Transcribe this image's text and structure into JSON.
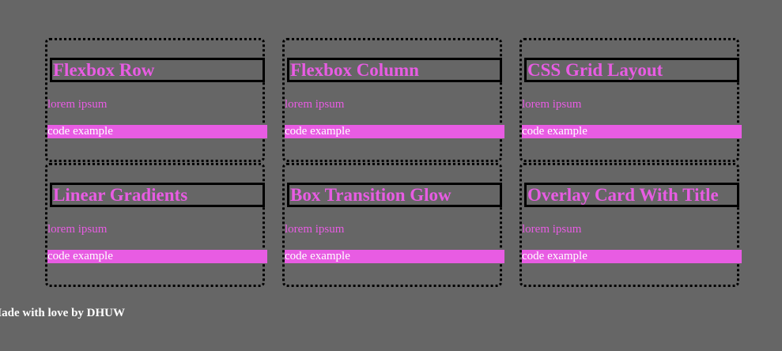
{
  "cards": [
    {
      "title": "Flexbox Row",
      "text": "lorem ipsum",
      "code_label": "code example"
    },
    {
      "title": "Flexbox Column",
      "text": "lorem ipsum",
      "code_label": "code example"
    },
    {
      "title": "CSS Grid Layout",
      "text": "lorem ipsum",
      "code_label": "code example"
    },
    {
      "title": "Linear Gradients",
      "text": "lorem ipsum",
      "code_label": "code example"
    },
    {
      "title": "Box Transition Glow",
      "text": "lorem ipsum",
      "code_label": "code example"
    },
    {
      "title": "Overlay Card With Title",
      "text": "lorem ipsum",
      "code_label": "code example"
    }
  ],
  "footer": {
    "text": "Made with love by DHUW"
  },
  "colors": {
    "background": "#666666",
    "accent": "#e85ce3",
    "border": "#000000",
    "text": "#ffffff"
  }
}
